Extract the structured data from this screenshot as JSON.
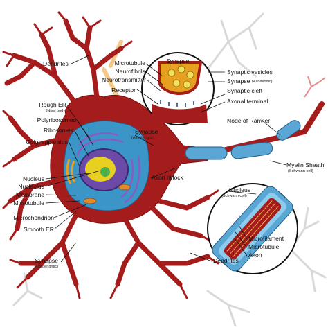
{
  "labels": {
    "dendrites_top": "Dendrites",
    "microtubule_top": "Microtubule",
    "neurofibrils": "Neurofibrils",
    "neurotransmitter": "Neurotransmitter",
    "receptor": "Receptor",
    "synapse_inset": "Synapse",
    "synaptic_vesicles": "Synaptic vesicles",
    "synapse_axoaxonic_top": "Synapse",
    "axoaxonic_top_sub": "(Axoaxonic)",
    "synaptic_cleft": "Synaptic cleft",
    "axonal_terminal": "Axonal terminal",
    "rough_er": "Rough ER",
    "nissl_body": "(Nissl body)",
    "polyribosomes": "Polyribosomes",
    "ribosomes": "Ribosomes",
    "golgi": "Golgi apparatus",
    "synapse_axosomatic": "Synapse",
    "axosomatic_sub": "(Axosomatic)",
    "node_of_ranvier": "Node of Ranvier",
    "nucleus": "Nucleus",
    "nucleolus": "Nucleolus",
    "membrane": "Membrane",
    "microtubule_left": "Microtubule",
    "axon_hillock": "Axon hillock",
    "myelin_sheath": "Myelin Sheath",
    "schwann_cell_sub": "(Schwann cell)",
    "nucleus_inset": "Nucleus",
    "schwann_inset_sub": "(Schwann cell)",
    "mitochondrion": "Microchondrion",
    "smooth_er": "Smooth ER",
    "microfilament": "Microfilament",
    "microtubule_inset": "Microtubule",
    "axon": "Axon",
    "synapse_axodendritic": "Synapse",
    "axodendritic_sub": "(Axodendritic)",
    "dendrites_bottom": "Dendrites"
  },
  "colors": {
    "neuron": "#a51c1c",
    "neuron_dark": "#7a1010",
    "cytoplasm": "#3c95c7",
    "nucleus": "#6b4aa8",
    "nucleolus": "#e8d020",
    "golgi": "#e8a020",
    "myelin": "#5aa7d6",
    "tree": "#d8d8d8"
  },
  "icons": [
    "synapse-inset-circle",
    "axon-cross-section-inset"
  ]
}
